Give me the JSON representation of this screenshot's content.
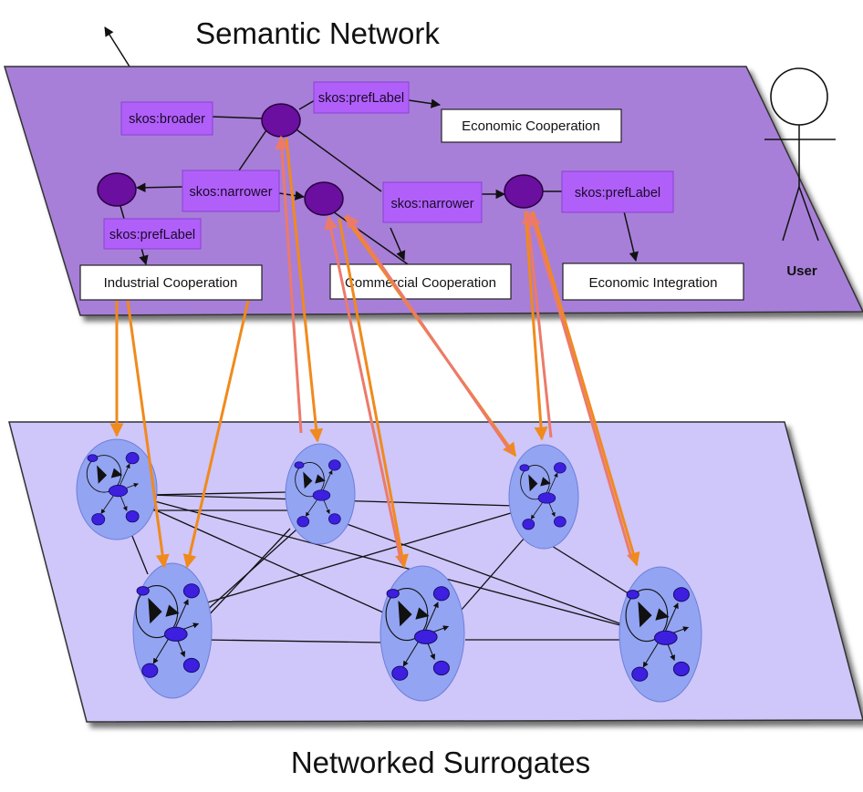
{
  "titles": {
    "top": "Semantic Network",
    "bottom": "Networked Surrogates"
  },
  "semantic_network": {
    "relation_tags": {
      "broader": "skos:broader",
      "preflabel_top": "skos:prefLabel",
      "narrower_left": "skos:narrower",
      "narrower_right": "skos:narrower",
      "preflabel_right": "skos:prefLabel",
      "preflabel_left": "skos:prefLabel"
    },
    "concept_labels": {
      "economic_cooperation": "Economic Cooperation",
      "industrial_cooperation": "Industrial Cooperation",
      "commercial_cooperation": "Commercial Cooperation",
      "economic_integration": "Economic Integration"
    },
    "user_label": "User"
  },
  "colors": {
    "semantic_plane": "#a77fd8",
    "surrogate_plane": "#cfc6fa",
    "relation_tag": "#b060f8",
    "concept_node": "#6a0fa0",
    "link_arrow_orange": "#f08a1c",
    "link_arrow_pink": "#ec7a6a",
    "surrogate_bubble": "#93a4f2",
    "surrogate_node": "#3d1fe0"
  }
}
